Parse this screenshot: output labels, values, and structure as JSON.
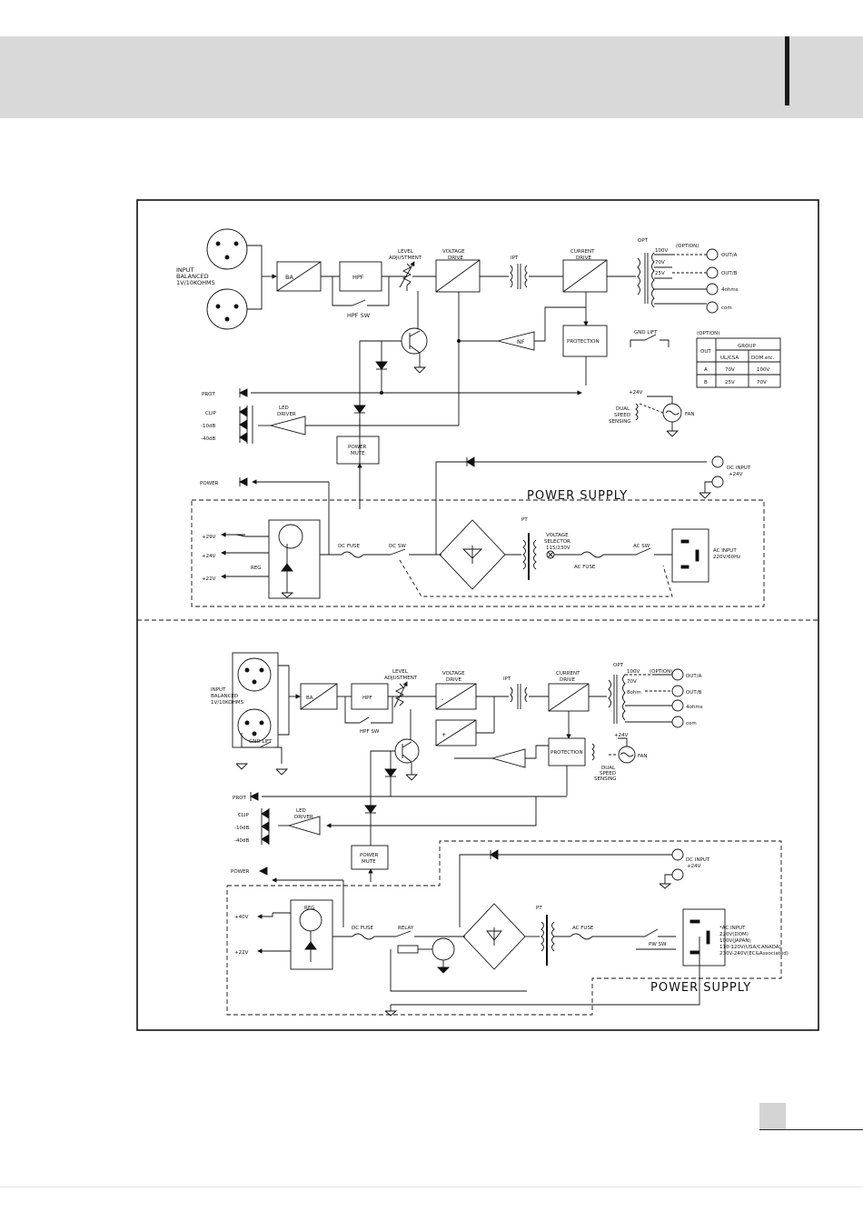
{
  "top": {
    "input_l1": "INPUT",
    "input_l2": "BALANCED",
    "input_l3": "1V/10KOHMS",
    "ba": "BA",
    "hpf": "HPF",
    "hpf_sw": "HPF SW",
    "level1": "LEVEL",
    "level2": "ADJUSTMENT",
    "vd1": "VOLTAGE",
    "vd2": "DRIVE",
    "ipt": "IPT",
    "cd1": "CURRENT",
    "cd2": "DRIVE",
    "opt": "OPT",
    "t100": "100V",
    "t70": "70V",
    "t25": "25V",
    "option": "(OPTION)",
    "outa": "OUT/A",
    "outb": "OUT/B",
    "ohms4": "4ohms",
    "com": "com",
    "nf": "NF",
    "protection": "PROTECTION",
    "gnd_lift": "GND LIFT",
    "tbl_option": "(OPTION)",
    "tbl": {
      "out": "OUT",
      "group": "GROUP",
      "ul": "UL/CSA",
      "dom": "DOM.etc.",
      "ra": "A",
      "ra_ul": "70V",
      "ra_dom": "100V",
      "rb": "B",
      "rb_ul": "25V",
      "rb_dom": "70V"
    },
    "prot": "PROT",
    "clip": "CLIP",
    "m10": "-10dB",
    "m40": "-40dB",
    "led1": "LED",
    "led2": "DRIVER",
    "p24": "+24V",
    "ds1": "DUAL",
    "ds2": "SPEED",
    "ds3": "SENSING",
    "fan": "FAN",
    "pm1": "POWER",
    "pm2": "MUTE",
    "power": "POWER",
    "dc1": "DC INPUT",
    "dc2": "+24V",
    "ps": "POWER SUPPLY",
    "v29": "+29V",
    "v24": "+24V",
    "v22": "+22V",
    "reg": "REG",
    "dcfuse": "DC FUSE",
    "dcsw": "DC SW",
    "pt": "PT",
    "vs1": "VOLTAGE",
    "vs2": "SELECTOR",
    "vs3": "115/230V",
    "acfuse": "AC FUSE",
    "acsw": "AC SW",
    "aci1": "AC INPUT",
    "aci2": "220V/60Hz"
  },
  "bottom": {
    "input_l1": "INPUT",
    "input_l2": "BALANCED",
    "input_l3": "1V/10KOHMS",
    "ba": "BA",
    "hpf": "HPF",
    "hpf_sw": "HPF SW",
    "level1": "LEVEL",
    "level2": "ADJUSTMENT",
    "vd1": "VOLTAGE",
    "vd2": "DRIVE",
    "minus": "-",
    "plus": "+",
    "ipt": "IPT",
    "cd1": "CURRENT",
    "cd2": "DRIVE",
    "opt": "OPT",
    "t100": "100V",
    "t70": "70V",
    "t8": "8ohm",
    "option": "(OPTION)",
    "outa": "OUT/A",
    "outb": "OUT/B",
    "ohms4": "4ohms",
    "com": "com",
    "gnd_lift": "GND LIFT",
    "protection": "PROTECTION",
    "p24": "+24V",
    "ds1": "DUAL",
    "ds2": "SPEED",
    "ds3": "SENSING",
    "fan": "FAN",
    "prot": "PROT",
    "clip": "CLIP",
    "m10": "-10dB",
    "m40": "-40dB",
    "led1": "LED",
    "led2": "DRIVER",
    "pm1": "POWER",
    "pm2": "MUTE",
    "power": "POWER",
    "dc1": "DC INPUT",
    "dc2": "+24V",
    "v40": "+40V",
    "v22": "+22V",
    "reg": "REG",
    "dcfuse": "DC FUSE",
    "relay": "RELAY",
    "pt": "PT",
    "acfuse": "AC FUSE",
    "pwsw": "PW SW",
    "aci1": "*AC INPUT",
    "aci2": "220V(DOM)",
    "aci3": "100V(JAPAN)",
    "aci4": "110-120V(USA/CANADA)",
    "aci5": "230V-240V(EC&Associated)",
    "ps": "POWER SUPPLY"
  }
}
